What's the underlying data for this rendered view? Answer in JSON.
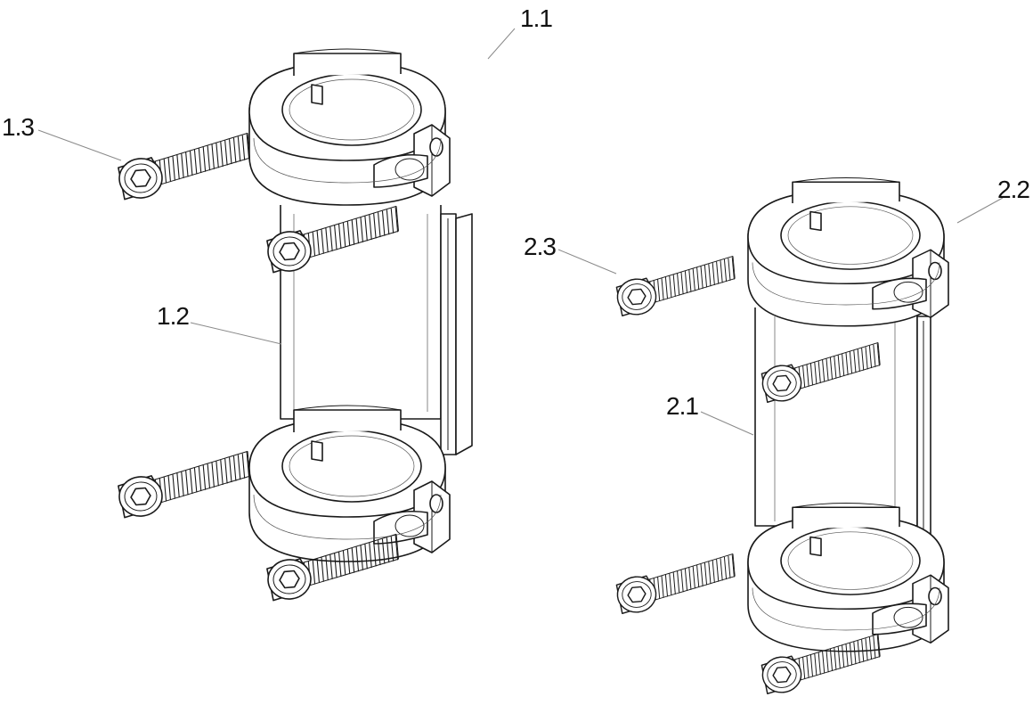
{
  "callouts": {
    "a11": "1.1",
    "a12": "1.2",
    "a13": "1.3",
    "b21": "2.1",
    "b22": "2.2",
    "b23": "2.3"
  }
}
